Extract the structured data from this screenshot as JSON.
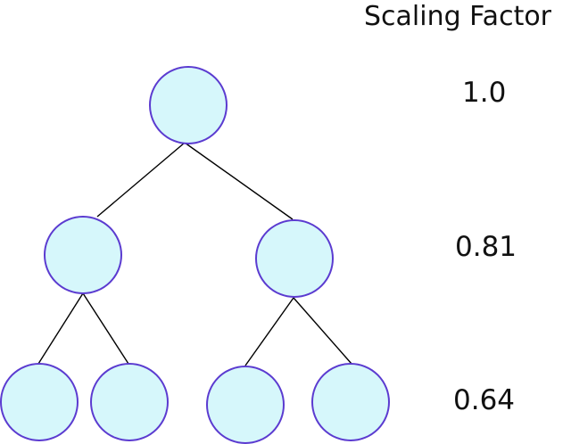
{
  "header": {
    "title": "Scaling Factor"
  },
  "levels": [
    {
      "factor": "1.0"
    },
    {
      "factor": "0.81"
    },
    {
      "factor": "0.64"
    }
  ],
  "tree": {
    "nodes": [
      {
        "id": "root",
        "level": 0
      },
      {
        "id": "left",
        "level": 1
      },
      {
        "id": "right",
        "level": 1
      },
      {
        "id": "left-left",
        "level": 2
      },
      {
        "id": "left-right",
        "level": 2
      },
      {
        "id": "right-left",
        "level": 2
      },
      {
        "id": "right-right",
        "level": 2
      }
    ],
    "edges": [
      [
        "root",
        "left"
      ],
      [
        "root",
        "right"
      ],
      [
        "left",
        "left-left"
      ],
      [
        "left",
        "left-right"
      ],
      [
        "right",
        "right-left"
      ],
      [
        "right",
        "right-right"
      ]
    ]
  },
  "colors": {
    "node_fill": "#d6f7fb",
    "node_stroke": "#5b3bd0",
    "edge": "#000000",
    "text": "#111111"
  }
}
